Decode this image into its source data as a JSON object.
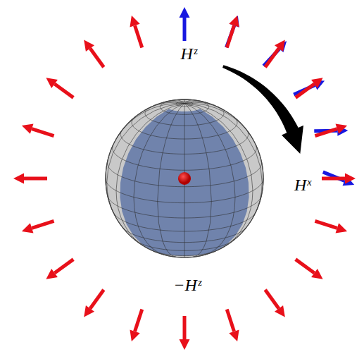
{
  "diagram": {
    "labels": [
      "Hᶻ",
      "Hˣ",
      "−Hᶻ"
    ]
  }
}
